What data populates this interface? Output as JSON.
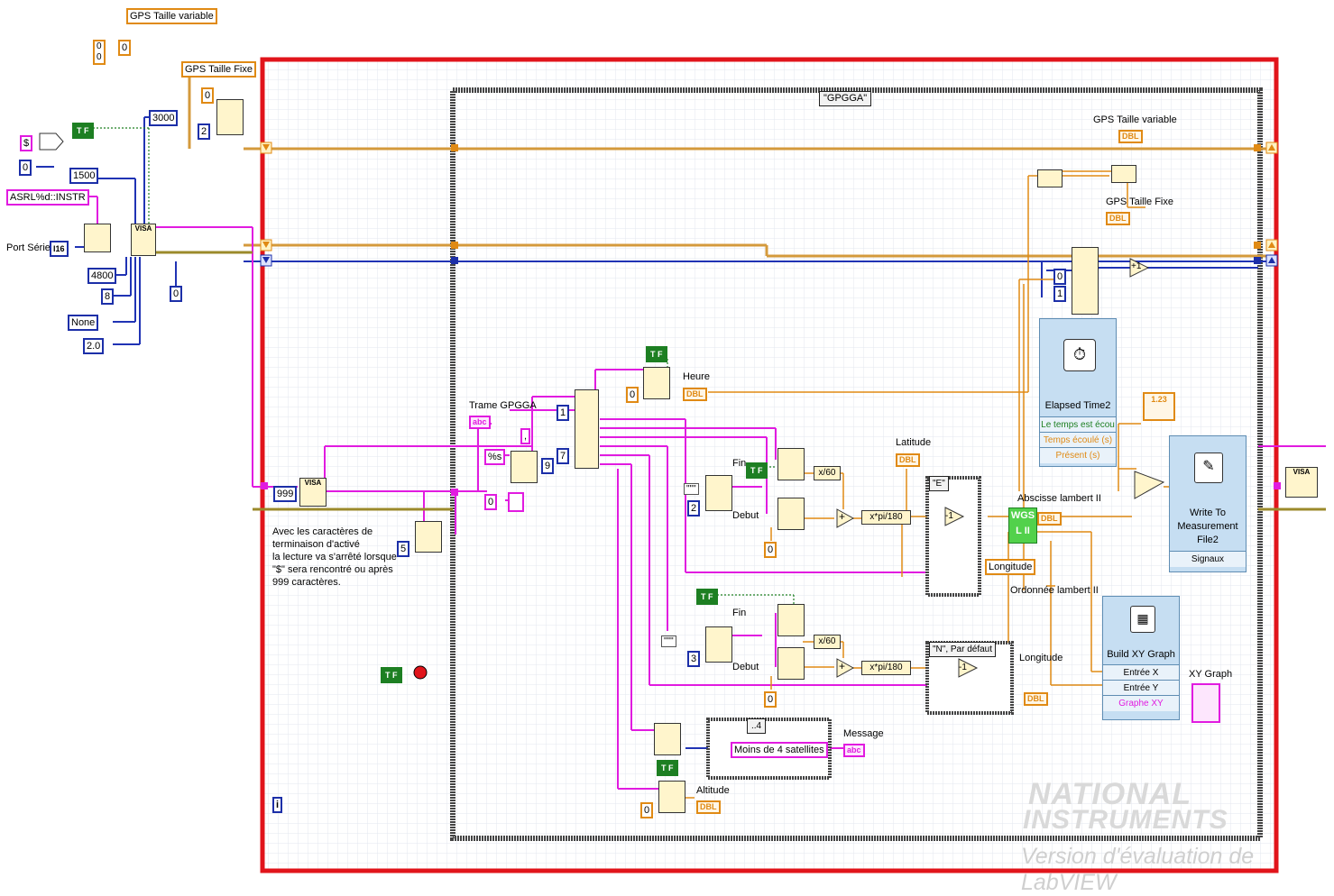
{
  "controls": {
    "gps_var_top": "GPS Taille variable",
    "gps_fixe_top": "GPS Taille Fixe",
    "timeout": "3000",
    "baud_1500": "1500",
    "resource": "ASRL%d::INSTR",
    "port_label": "Port Série",
    "port_type": "I16",
    "baud": "4800",
    "data_bits": "8",
    "parity": "None",
    "stop_bits": "2.0",
    "zero": "0",
    "one": "1",
    "two": "2",
    "three": "3",
    "five": "5",
    "seven": "7",
    "nine": "9",
    "byte_count": "999",
    "dollar": "$",
    "true_false": "T F"
  },
  "case_selector": "\"GPGGA\"",
  "labels": {
    "trame": "Trame GPGGA",
    "format": "%s",
    "comma": ",",
    "heure": "Heure",
    "fin": "Fin",
    "debut": "Debut",
    "div60": "x/60",
    "xpi": "x*pi/180",
    "latitude": "Latitude",
    "longitude": "Longitude",
    "altitude": "Altitude",
    "message": "Message",
    "moins": "Moins de 4 satellites",
    "case_e": "\"E\"",
    "case_n": "\"N\", Par défaut",
    "case_4": "..4",
    "abscisse": "Abscisse lambert II",
    "ordonnee": "Ordonnée lambert II",
    "longitude_ctl": "Longitude",
    "gps_var": "GPS Taille variable",
    "gps_fixe": "GPS Taille Fixe",
    "xy_graph": "XY Graph",
    "wgs": "WGS L II",
    "num_123": "1.23",
    "dbl": "DBL",
    "abc": "abc",
    "neg1": "-1",
    "plus1": "+1",
    "plus": "+",
    "info": "i"
  },
  "note": [
    "Avec les caractères de",
    "terminaison d'activé",
    "la lecture va s'arrêté lorsque",
    "\"$\" sera rencontré ou après",
    "999 caractères."
  ],
  "elapsed": {
    "title": "Elapsed Time2",
    "rows": [
      "Le temps est écou",
      "Temps écoulé (s)",
      "Présent (s)"
    ]
  },
  "write": {
    "title": "Write To Measurement File2",
    "rows": [
      "Signaux"
    ]
  },
  "buildxy": {
    "title": "Build XY Graph",
    "rows": [
      "Entrée X",
      "Entrée Y",
      "Graphe XY"
    ]
  },
  "watermark": {
    "line1": "NATIONAL",
    "line2": "INSTRUMENTS",
    "line3": "Version d'évaluation de LabVIEW"
  },
  "colors": {
    "while_loop": "#e1141b",
    "case_frame": "#3a3a3a",
    "wire_int": "#1c2fa8",
    "wire_str": "#e11be0",
    "wire_dbl": "#e08a14",
    "wire_bool": "#1d7f22",
    "grid": "#e5e8ee"
  }
}
